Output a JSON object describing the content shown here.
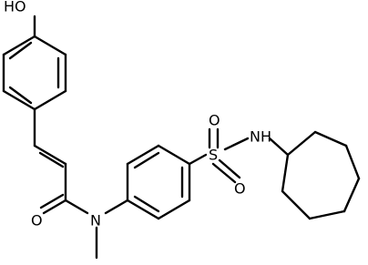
{
  "atoms": {
    "hydroxyl": "HO",
    "carbonyl_oxygen": "O",
    "amide_nitrogen": "N",
    "sulfur": "S",
    "sulfonyl_oxygen_top": "O",
    "sulfonyl_oxygen_bottom": "O",
    "sulfonamide_nh": "NH"
  },
  "colors": {
    "bond": "#000000",
    "label": "#000000",
    "background": "#ffffff"
  }
}
